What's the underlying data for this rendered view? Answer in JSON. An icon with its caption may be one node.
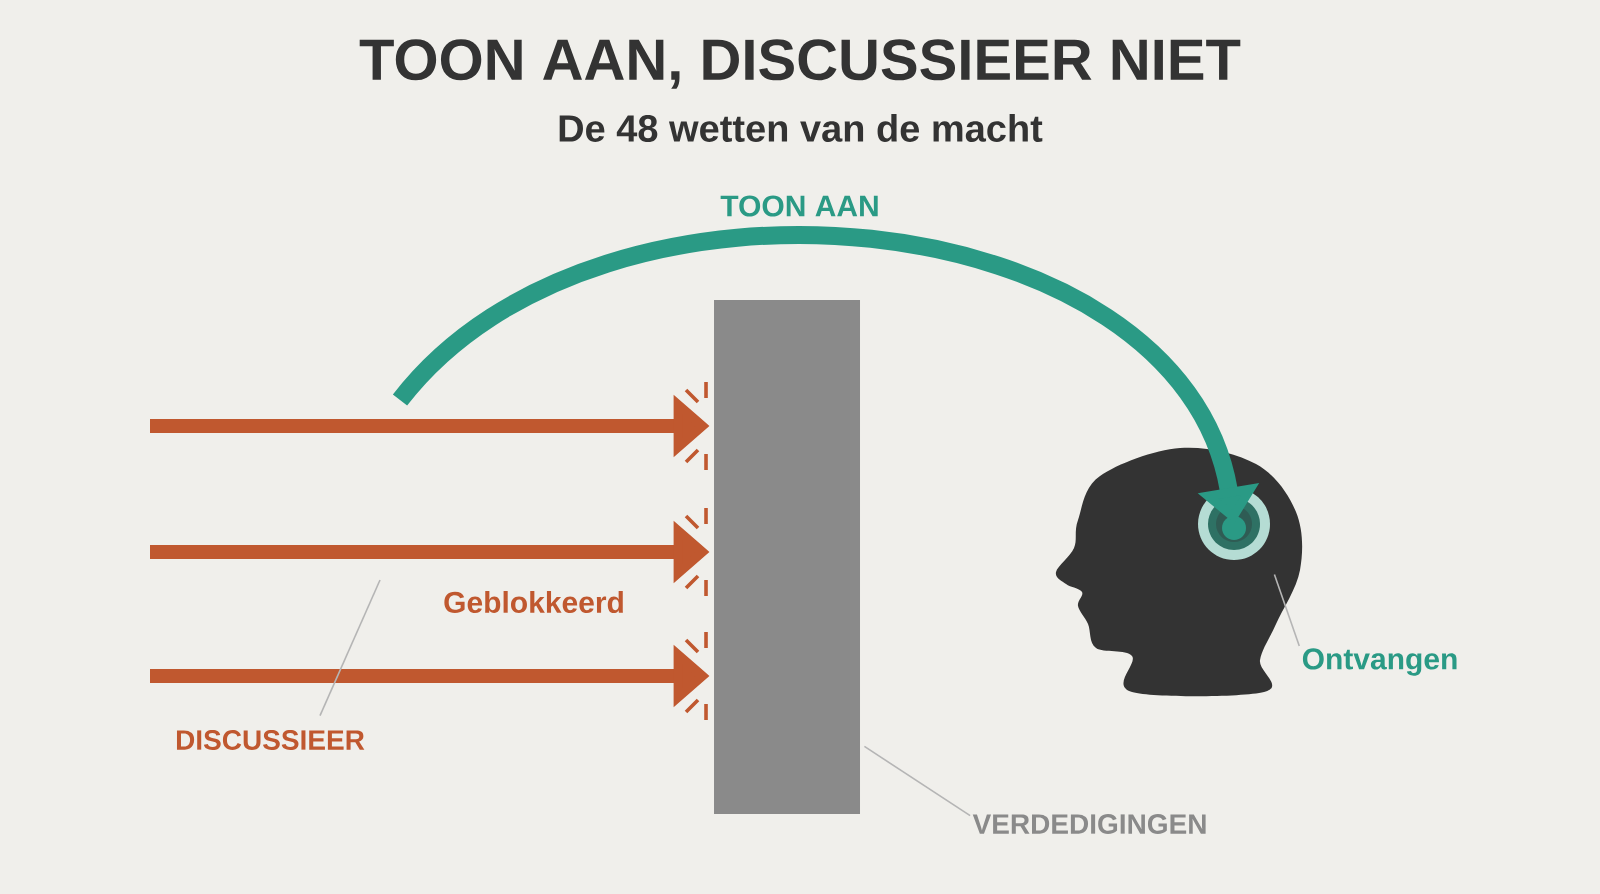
{
  "diagram": {
    "title": "TOON AAN, DISCUSSIEER NIET",
    "nodes": [
      {
        "text": [],
        "shape": "box"
      },
      {
        "text": [],
        "shape": "person"
      },
      {
        "text": [
          "DISCUSSIEER"
        ]
      },
      {
        "text": [
          "VERDEDIGINGEN"
        ]
      },
      {
        "text": [
          "Ontvangen"
        ]
      }
    ],
    "edges": [
      {
        "from": null,
        "to": 0,
        "arrow": "to",
        "color": "#c0582f"
      },
      {
        "from": null,
        "to": 0,
        "arrow": "to",
        "color": "#c0582f"
      },
      {
        "from": null,
        "to": 0,
        "arrow": "to",
        "color": "#c0582f"
      },
      {
        "from": null,
        "to": 1,
        "arrow": "to",
        "label": "TOON AAN",
        "color": "#2a9a85"
      },
      {
        "from": 2,
        "to": null,
        "arrow": "none",
        "color": "#b5b5b5"
      },
      {
        "from": 3,
        "to": 0,
        "arrow": "none",
        "color": "#b5b5b5"
      },
      {
        "from": 4,
        "to": 1,
        "arrow": "none",
        "color": "#b5b5b5"
      }
    ],
    "labels": [
      "De 48 wetten van de macht",
      "Geblokkeerd"
    ]
  }
}
